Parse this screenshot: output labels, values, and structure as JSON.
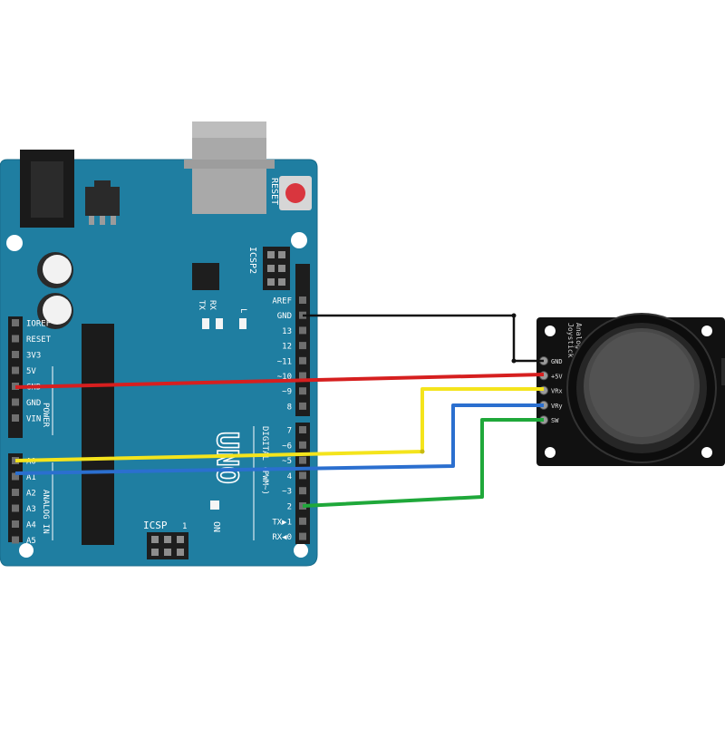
{
  "colors": {
    "board": "#1f7ea1",
    "board_edge": "#186b8a",
    "header": "#1d1d1d",
    "silk": "#ffffff",
    "wire_gnd": "#111111",
    "wire_5v": "#d61f1f",
    "wire_vrx": "#f4e41c",
    "wire_vry": "#2b6fcf",
    "wire_sw": "#1fa83a",
    "usb": "#a9a9a9",
    "reset": "#d9363e",
    "module": "#111111"
  },
  "arduino": {
    "reset": "RESET",
    "icsp2": "ICSP2",
    "icsp": "ICSP",
    "icsp_pin1": "1",
    "tx": "TX",
    "rx": "RX",
    "l": "L",
    "on": "ON",
    "uno": "UNO",
    "power_label": "POWER",
    "analog_label": "ANALOG IN",
    "digital_label": "DIGITAL (PWM~)",
    "left_pins": [
      {
        "label": "IOREF"
      },
      {
        "label": "RESET"
      },
      {
        "label": "3V3"
      },
      {
        "label": "5V"
      },
      {
        "label": "GND"
      },
      {
        "label": "GND"
      },
      {
        "label": "VIN"
      }
    ],
    "analog_pins": [
      {
        "label": "A0"
      },
      {
        "label": "A1"
      },
      {
        "label": "A2"
      },
      {
        "label": "A3"
      },
      {
        "label": "A4"
      },
      {
        "label": "A5"
      }
    ],
    "top_right_pins": [
      {
        "label": "AREF"
      },
      {
        "label": "GND"
      },
      {
        "label": "13"
      },
      {
        "label": "12"
      },
      {
        "label": "~11"
      },
      {
        "label": "~10"
      },
      {
        "label": "~9"
      },
      {
        "label": "8"
      }
    ],
    "bottom_right_pins": [
      {
        "label": "7"
      },
      {
        "label": "~6"
      },
      {
        "label": "~5"
      },
      {
        "label": "4"
      },
      {
        "label": "~3"
      },
      {
        "label": "2"
      },
      {
        "label": "TX▶1"
      },
      {
        "label": "RX◀0"
      }
    ]
  },
  "joystick": {
    "title_line1": "Analog",
    "title_line2": "Joystick",
    "pins": [
      {
        "label": "GND"
      },
      {
        "label": "+5V"
      },
      {
        "label": "VRx"
      },
      {
        "label": "VRy"
      },
      {
        "label": "SW"
      }
    ]
  }
}
